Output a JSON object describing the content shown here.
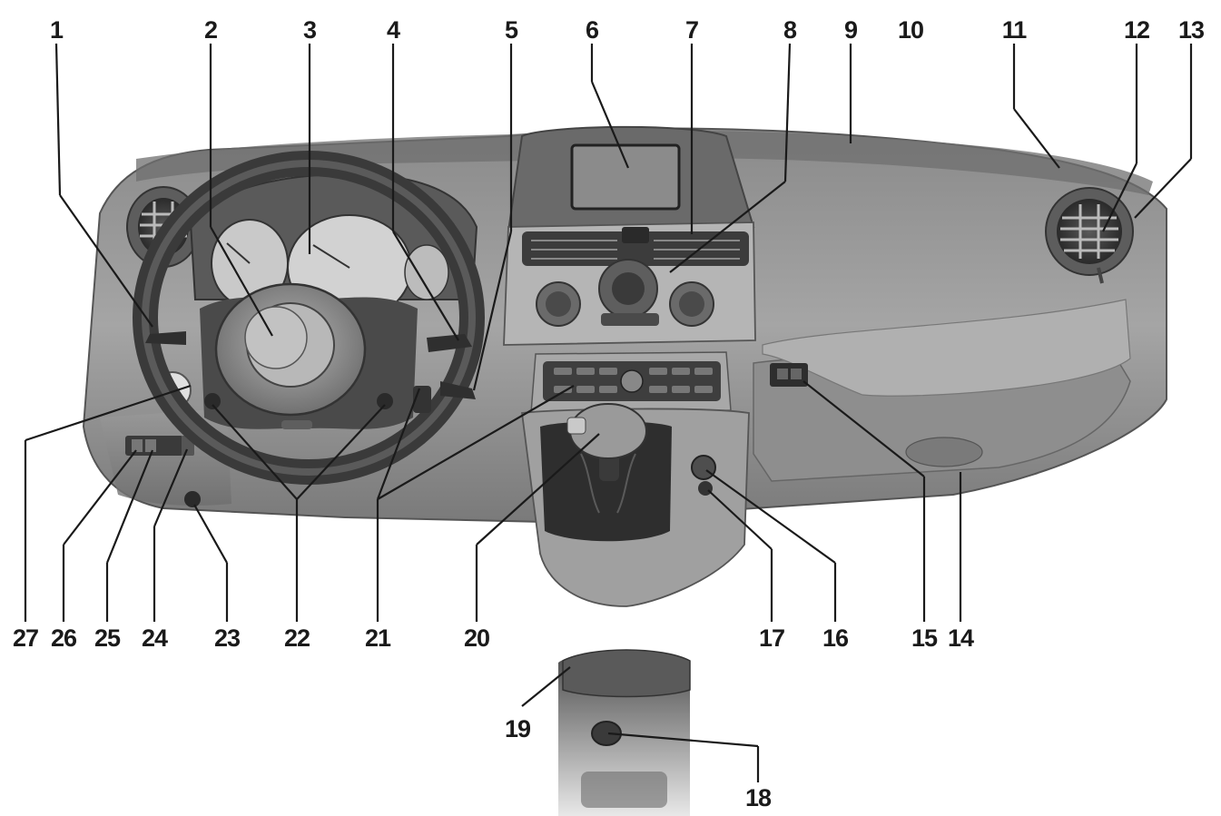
{
  "diagram": {
    "labels": [
      "1",
      "2",
      "3",
      "4",
      "5",
      "6",
      "7",
      "8",
      "9",
      "10",
      "11",
      "12",
      "13",
      "14",
      "15",
      "16",
      "17",
      "18",
      "19",
      "20",
      "21",
      "22",
      "23",
      "24",
      "25",
      "26",
      "27"
    ],
    "colors": {
      "line": "#1a1a1a",
      "dash": "#8c8c8c",
      "dash_dark": "#5e5e5e",
      "dash_light": "#b8b8b8"
    }
  }
}
